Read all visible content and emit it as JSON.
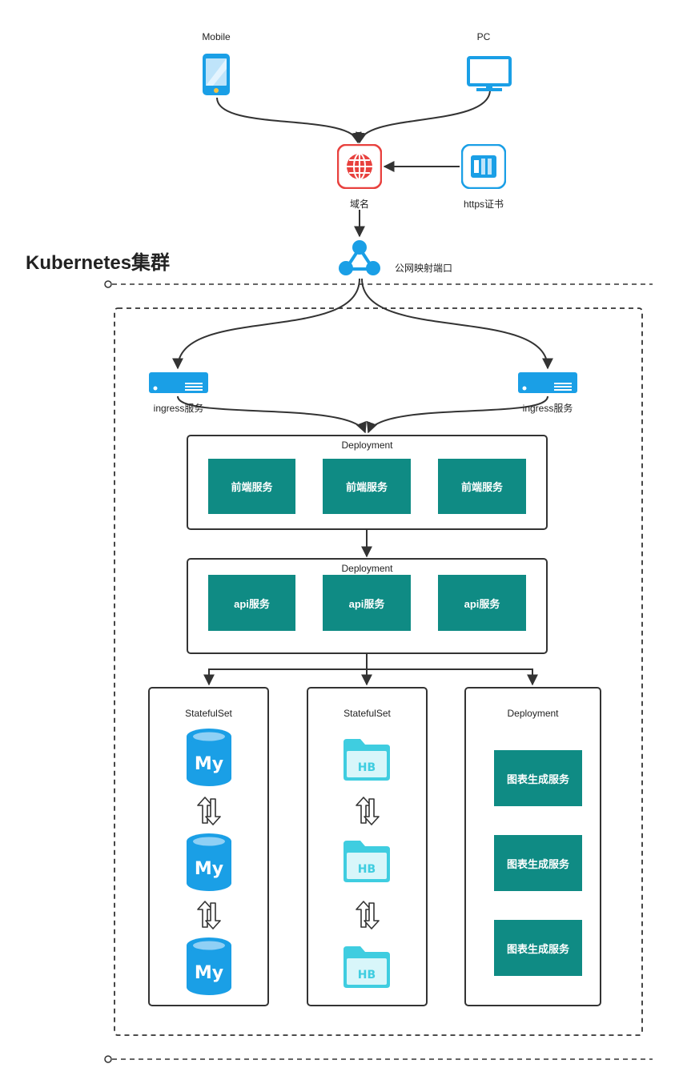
{
  "clients": {
    "mobile_label": "Mobile",
    "pc_label": "PC"
  },
  "domain": {
    "label": "域名"
  },
  "cert": {
    "label": "https证书"
  },
  "port": {
    "label": "公网映射端口"
  },
  "cluster": {
    "title": "Kubernetes集群"
  },
  "ingress": {
    "left_label": "ingress服务",
    "right_label": "ingress服务"
  },
  "frontend": {
    "title": "Deployment",
    "services": [
      "前端服务",
      "前端服务",
      "前端服务"
    ]
  },
  "api": {
    "title": "Deployment",
    "services": [
      "api服务",
      "api服务",
      "api服务"
    ]
  },
  "mysql": {
    "title": "StatefulSet",
    "icon_text": "My"
  },
  "hbase": {
    "title": "StatefulSet",
    "icon_text": "HB"
  },
  "chart_service": {
    "title": "Deployment",
    "services": [
      "图表生成服务",
      "图表生成服务",
      "图表生成服务"
    ]
  },
  "icons": [
    "mobile-icon",
    "monitor-icon",
    "globe-icon",
    "certificate-icon",
    "network-hub-icon",
    "server-icon",
    "mysql-database-icon",
    "hbase-folder-icon",
    "bidirectional-arrow-icon"
  ],
  "colors": {
    "service_fill": "#0f8b84",
    "icon_blue": "#1a9fe6",
    "globe_red": "#e8413e",
    "hbase_cyan": "#3fcde0"
  }
}
